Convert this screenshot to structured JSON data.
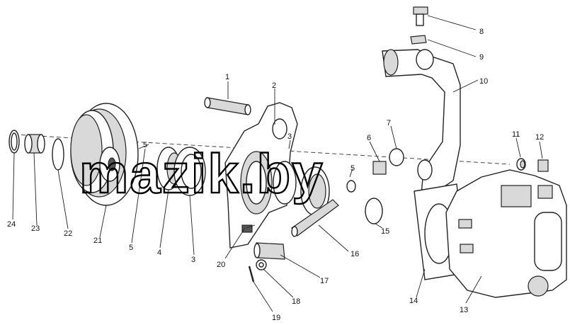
{
  "watermark": "mazik.by",
  "callouts": [
    {
      "id": "1"
    },
    {
      "id": "2"
    },
    {
      "id": "3"
    },
    {
      "id": "3"
    },
    {
      "id": "4"
    },
    {
      "id": "5"
    },
    {
      "id": "5"
    },
    {
      "id": "5"
    },
    {
      "id": "6"
    },
    {
      "id": "7"
    },
    {
      "id": "8"
    },
    {
      "id": "9"
    },
    {
      "id": "10"
    },
    {
      "id": "11"
    },
    {
      "id": "12"
    },
    {
      "id": "13"
    },
    {
      "id": "14"
    },
    {
      "id": "15"
    },
    {
      "id": "16"
    },
    {
      "id": "17"
    },
    {
      "id": "18"
    },
    {
      "id": "19"
    },
    {
      "id": "20"
    },
    {
      "id": "21"
    },
    {
      "id": "22"
    },
    {
      "id": "23"
    },
    {
      "id": "24"
    }
  ]
}
